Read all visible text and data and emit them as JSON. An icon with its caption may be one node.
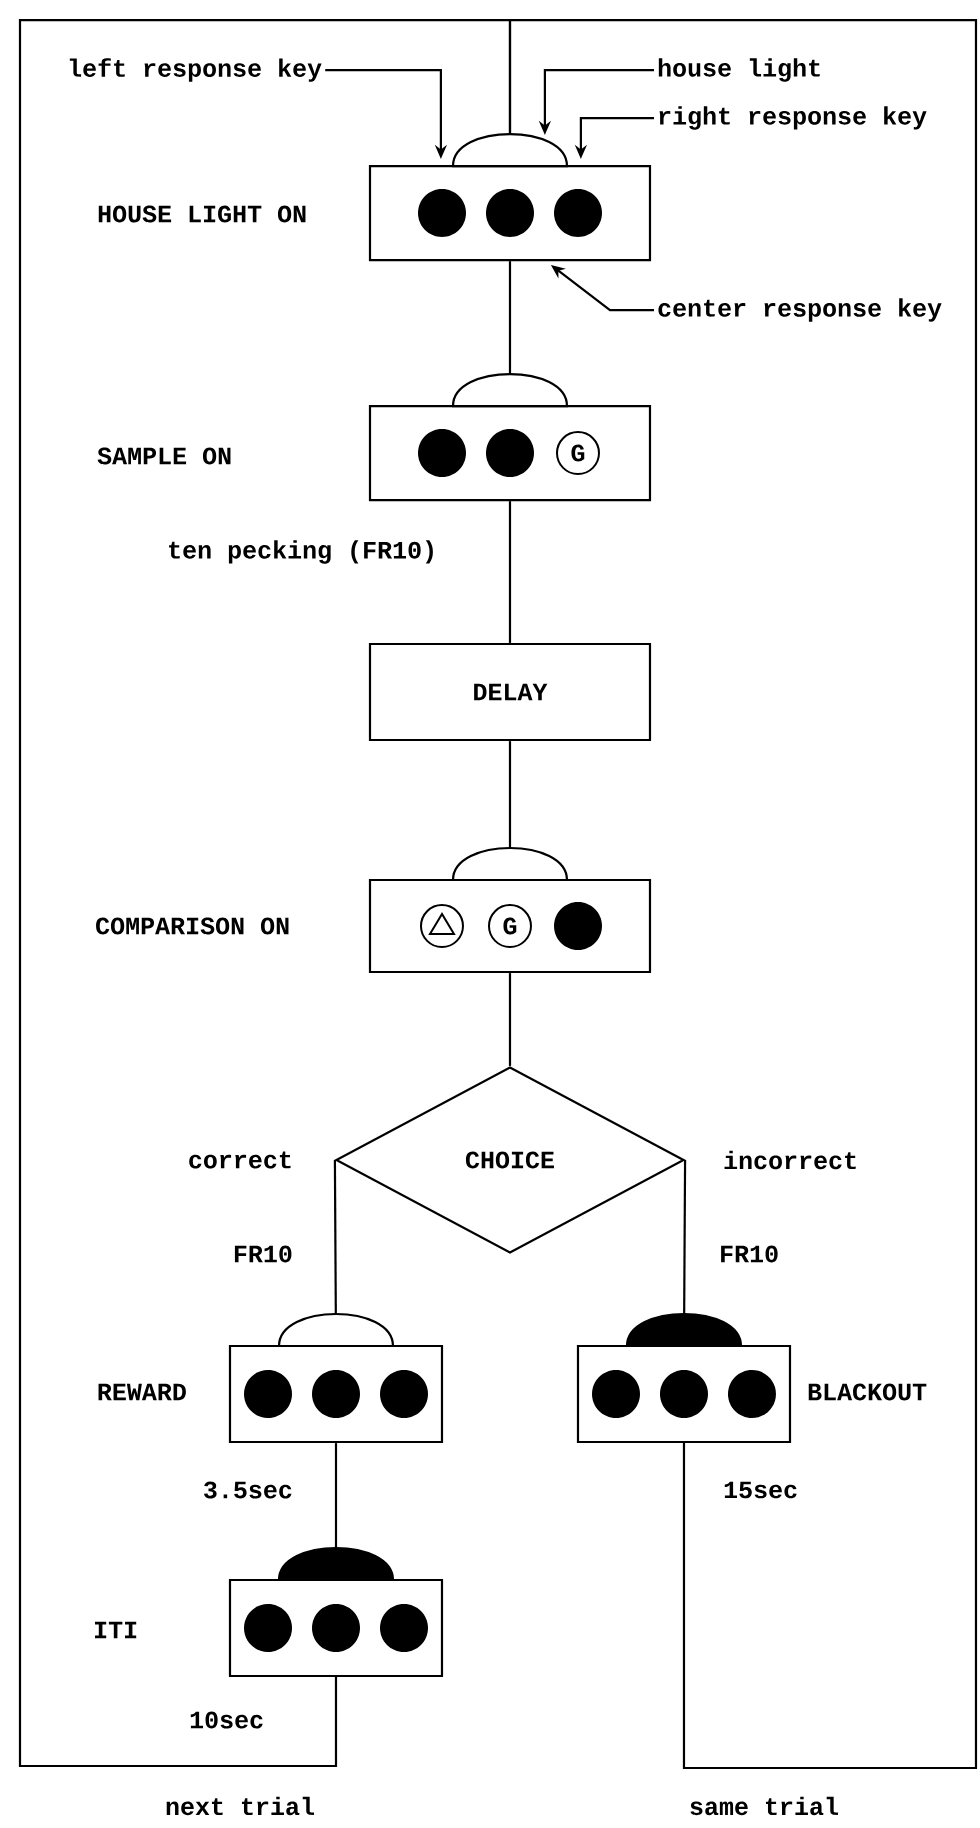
{
  "diagram": {
    "nodes": [
      {
        "text": [],
        "shape": "box",
        "beside": [
          "HOUSE LIGHT ON"
        ]
      },
      {
        "text": [],
        "shape": "box",
        "beside": [
          "SAMPLE ON",
          "ten pecking (FR10)"
        ]
      },
      {
        "text": [
          "DELAY"
        ]
      },
      {
        "text": [],
        "shape": "box",
        "beside": [
          "COMPARISON ON"
        ]
      },
      {
        "text": [
          "CHOICE"
        ],
        "beside": [
          "correct",
          "incorrect"
        ]
      },
      {
        "text": [],
        "shape": "box",
        "beside": [
          "REWARD",
          "3.5sec"
        ]
      },
      {
        "text": [],
        "shape": "box",
        "beside": [
          "BLACKOUT",
          "15sec"
        ]
      },
      {
        "text": [],
        "shape": "box",
        "beside": [
          "ITI",
          "10sec"
        ]
      },
      {
        "text": [
          "left response key"
        ]
      },
      {
        "text": [
          "house light"
        ]
      },
      {
        "text": [
          "right response key"
        ]
      },
      {
        "text": [
          "center response key"
        ]
      }
    ],
    "edges": [
      {
        "from": 0,
        "to": 1,
        "arrow": "none"
      },
      {
        "from": 1,
        "to": 2,
        "arrow": "none"
      },
      {
        "from": 2,
        "to": 3,
        "arrow": "none"
      },
      {
        "from": 3,
        "to": 4,
        "arrow": "none"
      },
      {
        "from": 4,
        "to": 5,
        "arrow": "none",
        "label": "FR10"
      },
      {
        "from": 4,
        "to": 6,
        "arrow": "none",
        "label": "FR10"
      },
      {
        "from": 5,
        "to": 7,
        "arrow": "none"
      },
      {
        "from": 7,
        "to": 0,
        "arrow": "none",
        "label": "next trial"
      },
      {
        "from": 6,
        "to": 0,
        "arrow": "none",
        "label": "same trial"
      },
      {
        "from": 8,
        "to": 0,
        "arrow": "to"
      },
      {
        "from": 9,
        "to": 0,
        "arrow": "to"
      },
      {
        "from": 10,
        "to": 0,
        "arrow": "to"
      },
      {
        "from": 11,
        "to": 0,
        "arrow": "to"
      }
    ],
    "labels": [
      "G",
      "G"
    ]
  }
}
